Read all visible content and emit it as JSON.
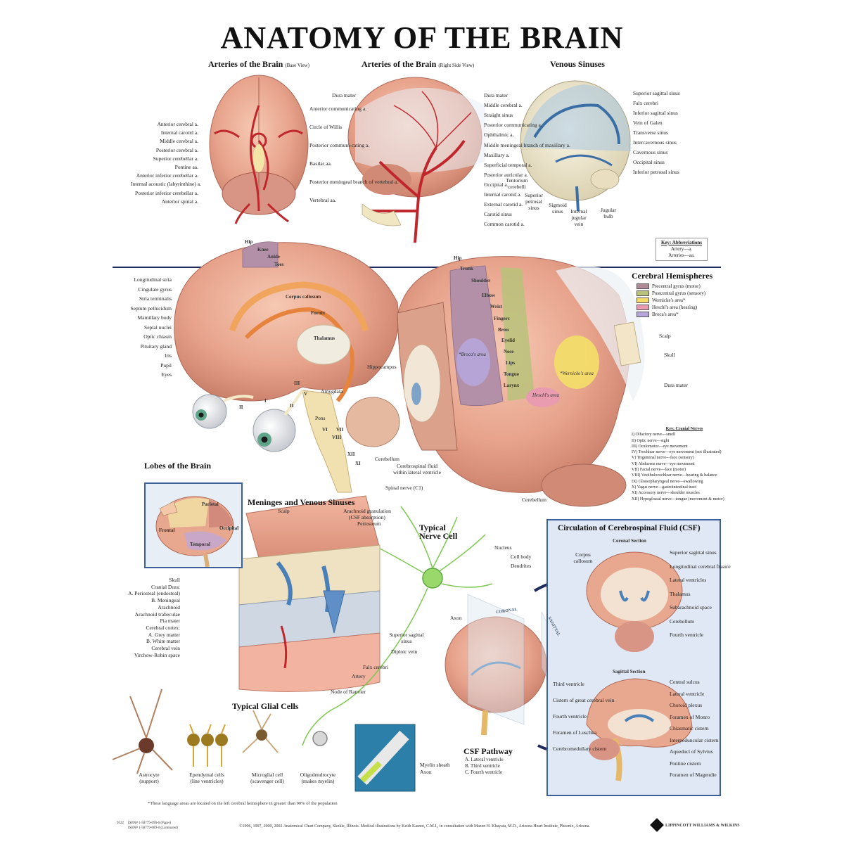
{
  "title": "ANATOMY OF THE BRAIN",
  "arteries_base": {
    "heading": "Arteries of the Brain",
    "view": "(Base View)",
    "left_labels": [
      "Anterior cerebral a.",
      "Internal carotid a.",
      "Middle cerebral a.",
      "Posterior cerebral a.",
      "Superior cerebellar a.",
      "Pontine aa.",
      "Anterior inferior cerebellar a.",
      "Internal acoustic (labyrinthine) a.",
      "Posterior inferior cerebellar a.",
      "Anterior spinal a."
    ],
    "right_labels": [
      "Anterior communicating a.",
      "Circle of Willis",
      "Posterior communi-cating a.",
      "Basilar aa.",
      "Posterior meningeal branch of vertebral a.",
      "Vertebral aa."
    ]
  },
  "arteries_side": {
    "heading": "Arteries of the Brain",
    "view": "(Right Side View)",
    "left_labels": [
      "Dura mater"
    ],
    "right_labels": [
      "Dura mater",
      "Middle cerebral a.",
      "Straight sinus",
      "Posterior communicating a.",
      "Ophthalmic a.",
      "Middle meningeal branch of maxillary a.",
      "Maxillary a.",
      "Superficial temporal a.",
      "Posterior auricular a.",
      "Occipital a.",
      "Internal carotid a.",
      "External carotid a.",
      "Carotid sinus",
      "Common carotid a."
    ]
  },
  "venous_sinuses": {
    "heading": "Venous Sinuses",
    "right_labels": [
      "Superior sagittal sinus",
      "Falx cerebri",
      "Inferior sagittal sinus",
      "Vein of Galen",
      "Transverse sinus",
      "Intercavernous sinus",
      "Cavernous sinus",
      "Occipital sinus",
      "Inferior petrosal sinus"
    ],
    "bottom_labels": [
      "Tentorium cerebelli",
      "Superior petrosal sinus",
      "Sigmoid sinus",
      "Internal jugular vein",
      "Jugular bulb"
    ]
  },
  "key_abbreviations": {
    "title": "Key: Abbreviations",
    "rows": [
      "Artery—a.",
      "Arteries—aa."
    ]
  },
  "midsagittal": {
    "left_labels": [
      "Longitudinal stria",
      "Cingulate gyrus",
      "Stria terminalis",
      "Septum pellucidum",
      "Mamillary body",
      "Septal nuclei",
      "Optic chiasm",
      "Pituitary gland",
      "Iris",
      "Pupil",
      "Eyes"
    ],
    "inner_labels": [
      "Corpus callosum",
      "Fornix",
      "Thalamus",
      "Hippocampus",
      "Amygdala",
      "Pons",
      "Cerebellum",
      "Cerebrospinal fluid within lateral ventricle",
      "Spinal nerve (C1)"
    ],
    "homunculus_top": [
      "Hip",
      "Knee",
      "Ankle",
      "Toes"
    ],
    "cranial_numerals": [
      "I",
      "II",
      "II",
      "III",
      "V",
      "VI",
      "VII",
      "VIII",
      "XII",
      "XI"
    ]
  },
  "hemispheres": {
    "heading": "Cerebral Hemispheres",
    "legend": [
      {
        "label": "Precentral gyrus (motor)",
        "color": "#b08a94"
      },
      {
        "label": "Postcentral gyrus (sensory)",
        "color": "#b9c27a"
      },
      {
        "label": "Wernicke's area*",
        "color": "#f3dc6a"
      },
      {
        "label": "Heschl's area (hearing)",
        "color": "#e99bb0"
      },
      {
        "label": "Broca's area*",
        "color": "#b6a6dc"
      }
    ],
    "homunculus": [
      "Hip",
      "Trunk",
      "Shoulder",
      "Elbow",
      "Wrist",
      "Fingers",
      "Brow",
      "Eyelid",
      "Nose",
      "Lips",
      "Tongue",
      "Larynx"
    ],
    "area_labels": [
      "*Broca's area",
      "*Wernicke's area",
      "Heschl's area"
    ],
    "right_labels": [
      "Scalp",
      "Skull",
      "Dura mater"
    ],
    "bottom_label": "Cerebellum"
  },
  "key_cranial": {
    "title": "Key: Cranial Nerves",
    "rows": [
      "I) Olfactory nerve—smell",
      "II) Optic nerve—sight",
      "III) Oculomotor—eye movement",
      "IV) Trochlear nerve—eye movement (not illustrated)",
      "V) Trigeminal nerve—face (sensory)",
      "VI) Abducens nerve—eye movement",
      "VII) Facial nerve—face (motor)",
      "VIII) Vestibulocochlear nerve—hearing & balance",
      "IX) Glossopharyngeal nerve—swallowing",
      "X) Vagus nerve—gastrointestinal tract",
      "XI) Accessory nerve—shoulder muscles",
      "XII) Hypoglossal nerve—tongue (movement & motor)"
    ]
  },
  "lobes": {
    "heading": "Lobes of the Brain",
    "labels": [
      "Parietal",
      "Frontal",
      "Occipital",
      "Temporal"
    ]
  },
  "meninges": {
    "heading": "Meninges and Venous Sinuses",
    "top_labels": [
      "Scalp",
      "Arachnoid granulation (CSF absorption)",
      "Periosteum"
    ],
    "left_labels": [
      "Skull",
      "Cranial Dura:",
      "A. Periosteal (endosteal)",
      "B. Meningeal",
      "Arachnoid",
      "Arachnoid trabeculae",
      "Pia mater",
      "Cerebral cortex:",
      "A. Grey matter",
      "B. White matter",
      "Cerebral vein",
      "Virchow-Robin space"
    ],
    "right_labels": [
      "Superior sagittal sinus",
      "Diploic vein",
      "Falx cerebri",
      "Artery"
    ]
  },
  "nerve_cell": {
    "heading": "Typical Nerve Cell",
    "labels": [
      "Nucleus",
      "Cell body",
      "Dendrites",
      "Axon",
      "Node of Ranvier",
      "Myelin sheath",
      "Axon"
    ]
  },
  "glial": {
    "heading": "Typical Glial Cells",
    "cells": [
      {
        "name": "Astrocyte",
        "note": "(support)"
      },
      {
        "name": "Ependymal cells",
        "note": "(line ventricles)"
      },
      {
        "name": "Microglial cell",
        "note": "(scavenger cell)"
      },
      {
        "name": "Oligodendrocyte",
        "note": "(makes myelin)"
      }
    ]
  },
  "csf_pathway": {
    "heading": "CSF Pathway",
    "rows": [
      "A.  Lateral ventricle",
      "B.  Third ventricle",
      "C.  Fourth ventricle"
    ],
    "plane_labels": [
      "CORONAL",
      "SAGITTAL"
    ]
  },
  "csf_circulation": {
    "heading": "Circulation of Cerebrospinal Fluid (CSF)",
    "coronal_heading": "Coronal Section",
    "coronal_left": [
      "Corpus callosum"
    ],
    "coronal_right": [
      "Superior sagittal sinus",
      "Longitudinal cerebral fissure",
      "Lateral ventricles",
      "Thalamus",
      "Subarachnoid space",
      "Cerebellum",
      "Fourth ventricle"
    ],
    "sagittal_heading": "Sagittal  Section",
    "sagittal_left": [
      "Third ventricle",
      "Cistern of great cerebral vein",
      "Fourth ventricle",
      "Foramen of Luschka",
      "Cerebromedullary cistern"
    ],
    "sagittal_right": [
      "Central sulcus",
      "Lateral ventricle",
      "Choroid plexus",
      "Foramen of Monro",
      "Chiasmatic cistern",
      "Interpeduncular cistern",
      "Aqueduct of Sylvius",
      "Pontine cistern",
      "Foramen of Magendie"
    ]
  },
  "footnote": "*These language areas are located on the left cerebral hemisphere in greater than 90% of the population",
  "footer": {
    "isbn1": "ISBN# 1-58779-090-6 (Paper)",
    "isbn2": "ISBN# 1-58779-089-0 (Laminated)",
    "code": "9522",
    "copyright": "©1996, 1997, 2000, 2002 Anatomical Chart Company, Skokie, Illinois. Medical illustrations by Keith Kasnot, C.M.I., in consultation with Mazen H. Khayata, M.D., Arizona Heart Institute, Phoenix, Arizona.",
    "publisher": "LIPPINCOTT WILLIAMS & WILKINS"
  },
  "colors": {
    "brain": "#e8a88f",
    "brain_dark": "#c77d68",
    "artery": "#c0272d",
    "frame_blue": "#3a5f9a",
    "panel_blue": "#dfe8f4"
  }
}
